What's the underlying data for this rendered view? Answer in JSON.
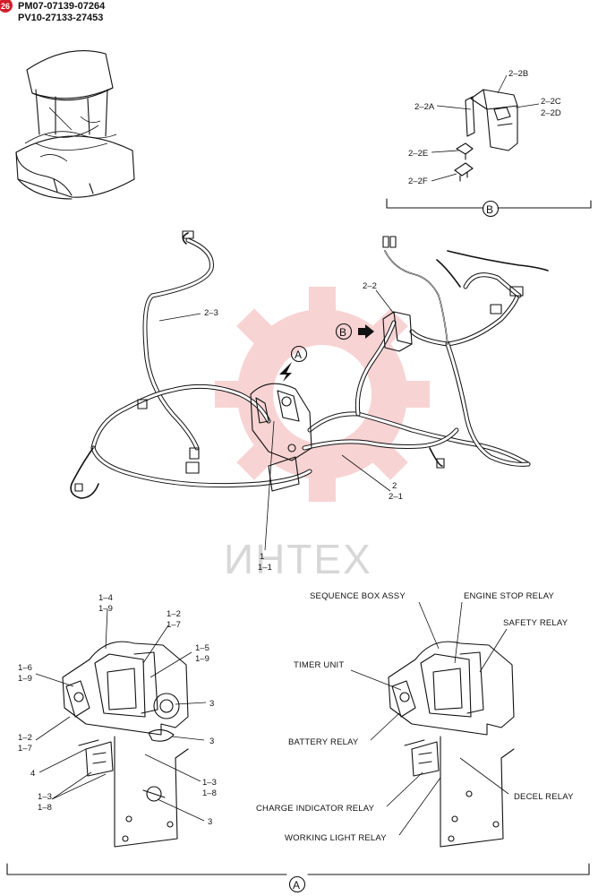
{
  "header": {
    "code_1": "PM07-07139-07264",
    "code_2": "PV10-27133-27453",
    "badge": "26"
  },
  "watermark": {
    "text": "ИНТЕХ"
  },
  "callouts": {
    "A": "A",
    "B": "B"
  },
  "detail_b_labels": {
    "l_2_2a": "2–2A",
    "l_2_2b": "2–2B",
    "l_2_2c": "2–2C",
    "l_2_2d": "2–2D",
    "l_2_2e": "2–2E",
    "l_2_2f": "2–2F"
  },
  "main_labels": {
    "l_2_3": "2–3",
    "l_2_2": "2–2",
    "l_2": "2",
    "l_2_1": "2–1",
    "l_1": "1",
    "l_1_1": "1–1"
  },
  "detail_a_left_labels": {
    "l_1_4": "1–4",
    "l_1_9a": "1–9",
    "l_1_2a": "1–2",
    "l_1_7a": "1–7",
    "l_1_5": "1–5",
    "l_1_9b": "1–9",
    "l_1_6": "1–6",
    "l_1_9c": "1–9",
    "l_3a": "3",
    "l_3b": "3",
    "l_1_2b": "1–2",
    "l_1_7b": "1–7",
    "l_4": "4",
    "l_1_3a": "1–3",
    "l_1_8a": "1–8",
    "l_1_3b": "1–3",
    "l_1_8b": "1–8",
    "l_3c": "3"
  },
  "detail_a_right_labels": {
    "sequence_box": "SEQUENCE BOX ASSY",
    "engine_stop": "ENGINE STOP RELAY",
    "safety": "SAFETY RELAY",
    "timer": "TIMER UNIT",
    "battery": "BATTERY RELAY",
    "decel": "DECEL RELAY",
    "charge_indicator": "CHARGE INDICATOR RELAY",
    "working_light": "WORKING LIGHT RELAY"
  }
}
